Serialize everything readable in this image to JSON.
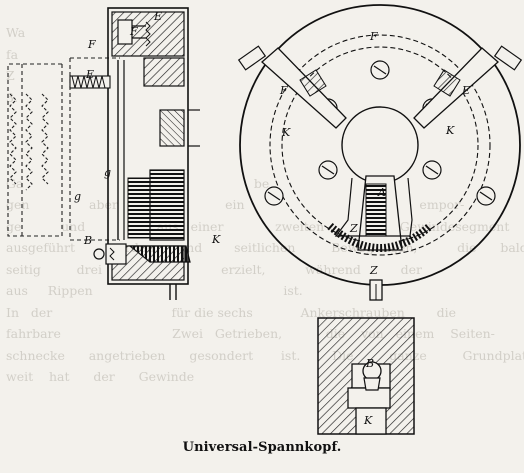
{
  "caption": "Universal-Spannkopf.",
  "labels": {
    "side_view": [
      "F",
      "E",
      "F",
      "E",
      "g",
      "g",
      "K",
      "B"
    ],
    "front_view": [
      "F",
      "F",
      "E",
      "K",
      "K",
      "A",
      "Z",
      "Z"
    ],
    "detail_view": [
      "B",
      "K"
    ]
  },
  "bleed_through": [
    "Wa",
    "fa",
    "Z",
    "3.",
    "",
    "",
    "",
    "Ga                                                          be",
    "gen               aber                           ein                                            empor-",
    "ge          und                  aus   einer             zweiten                   Gewindesegment",
    "ausgeführt        werden      und        seitlichen         Bewegungen,          die      bald-",
    "seitig         drei                              erzielt,          während          der",
    "aus     Rippen                                                ist.",
    "In   der                              für die sechs            Ankerschrauben        die",
    "fahrbare                            Zwei   Getrieben,           die    von   einem    Seiten-",
    "schnecke      angetrieben      gesondert       ist.        Die         ganze         Grundplatte",
    "weit    hat      der      Gewinde"
  ]
}
